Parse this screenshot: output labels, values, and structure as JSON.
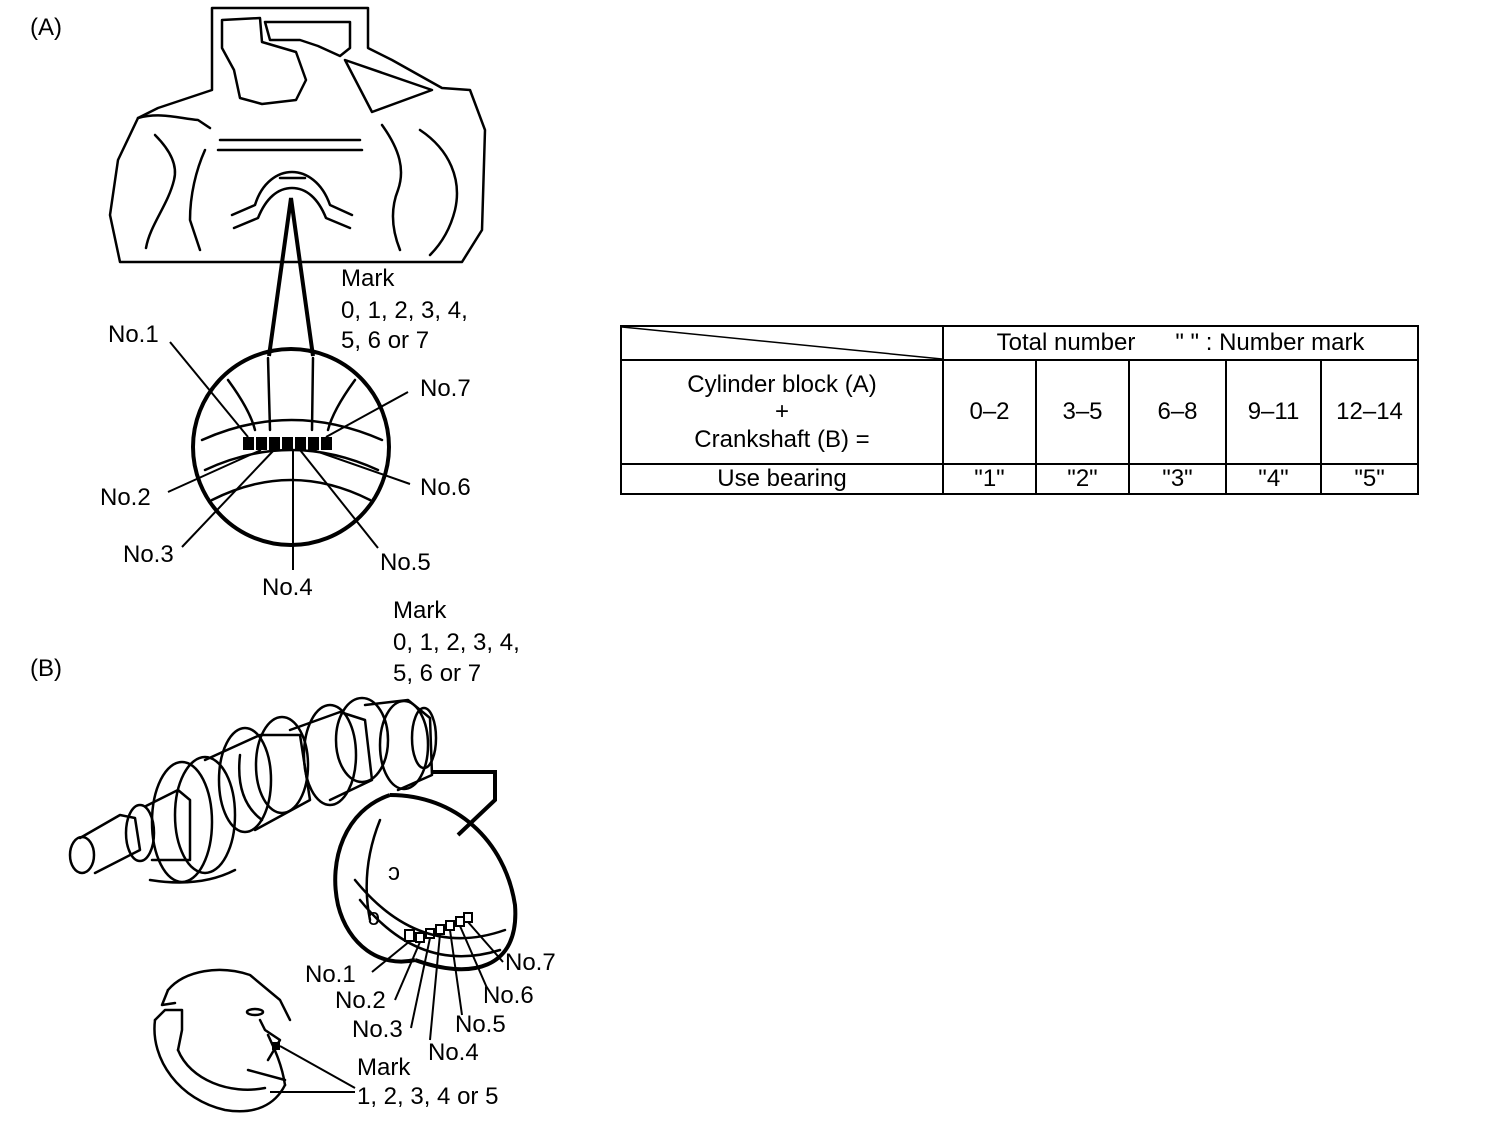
{
  "figure_a": {
    "label": "(A)",
    "mark_title": "Mark",
    "mark_line1": "0, 1, 2, 3, 4,",
    "mark_line2": "5, 6 or 7",
    "positions": [
      "No.1",
      "No.2",
      "No.3",
      "No.4",
      "No.5",
      "No.6",
      "No.7"
    ]
  },
  "figure_b": {
    "label": "(B)",
    "mark_title": "Mark",
    "mark_line1": "0, 1, 2, 3, 4,",
    "mark_line2": "5, 6 or 7",
    "positions": [
      "No.1",
      "No.2",
      "No.3",
      "No.4",
      "No.5",
      "No.6",
      "No.7"
    ],
    "bearing_mark_title": "Mark",
    "bearing_mark_values": "1, 2, 3, 4 or 5"
  },
  "table": {
    "header_total": "Total number",
    "header_mark": "\" \" : Number mark",
    "row_label_line1": "Cylinder block (A)",
    "row_label_plus": "+",
    "row_label_line2": "Crankshaft (B) =",
    "ranges": [
      "0–2",
      "3–5",
      "6–8",
      "9–11",
      "12–14"
    ],
    "use_label": "Use bearing",
    "bearings": [
      "\"1\"",
      "\"2\"",
      "\"3\"",
      "\"4\"",
      "\"5\""
    ]
  }
}
